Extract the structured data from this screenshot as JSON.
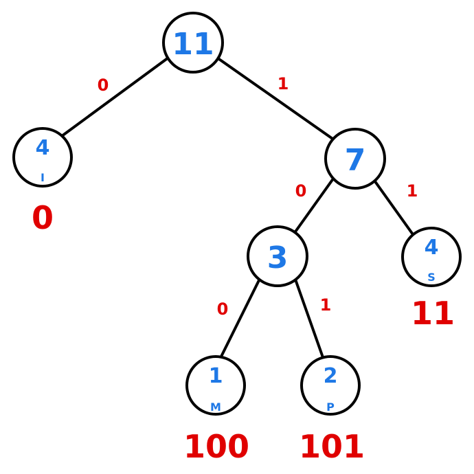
{
  "colors": {
    "weight": "#1e78e6",
    "bit": "#e00000",
    "code": "#e00000",
    "edge": "#000000"
  },
  "nodes": {
    "root": {
      "weight": "11"
    },
    "left_i": {
      "weight": "4",
      "symbol": "I",
      "code": "0"
    },
    "right_7": {
      "weight": "7"
    },
    "mid_3": {
      "weight": "3"
    },
    "leaf_s": {
      "weight": "4",
      "symbol": "S",
      "code": "11"
    },
    "leaf_m": {
      "weight": "1",
      "symbol": "M",
      "code": "100"
    },
    "leaf_p": {
      "weight": "2",
      "symbol": "P",
      "code": "101"
    }
  },
  "edges": {
    "root_left": {
      "bit": "0"
    },
    "root_right": {
      "bit": "1"
    },
    "seven_left": {
      "bit": "0"
    },
    "seven_right": {
      "bit": "1"
    },
    "three_left": {
      "bit": "0"
    },
    "three_right": {
      "bit": "1"
    }
  }
}
